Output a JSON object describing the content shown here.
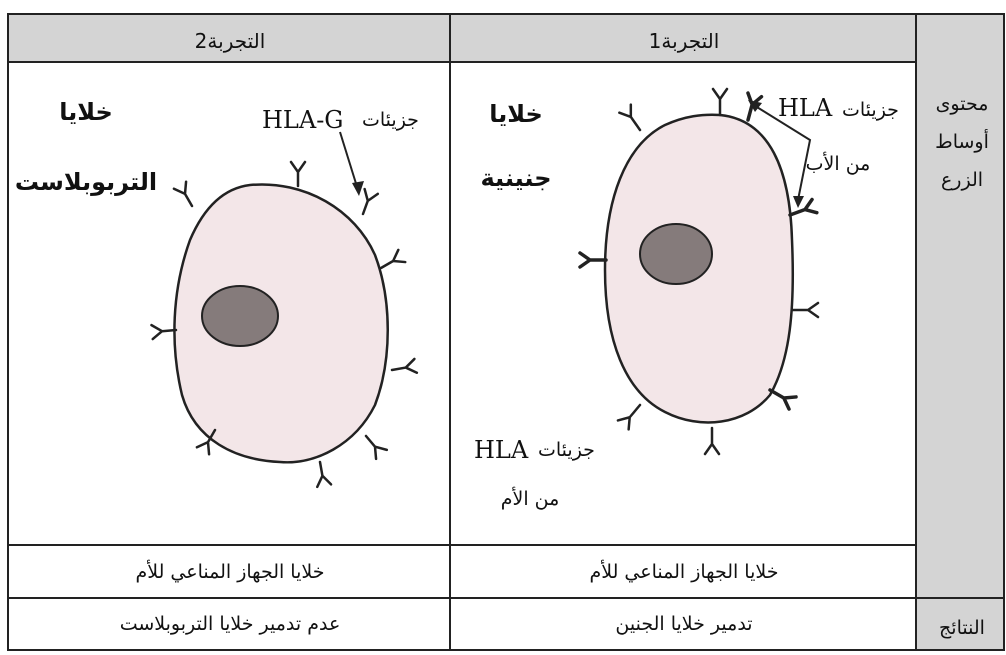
{
  "header": {
    "exp2": "التجربة2",
    "exp1": "التجربة1"
  },
  "side": {
    "content_line1": "محتوى",
    "content_line2": "أوساط",
    "content_line3": "الزرع",
    "results": "النتائج"
  },
  "exp2": {
    "cell_label_line1": "خلايا",
    "cell_label_line2": "التربوبلاست",
    "molecule_prefix": "جزيئات",
    "molecule_name": "HLA-G",
    "immune_row": "خلايا الجهاز المناعي للأم",
    "result": "عدم تدمير خلايا التربوبلاست"
  },
  "exp1": {
    "cell_label_line1": "خلايا",
    "cell_label_line2": "جنينية",
    "father_prefix": "جزيئات",
    "father_name": "HLA",
    "father_from": "من الأب",
    "mother_prefix": "جزيئات",
    "mother_name": "HLA",
    "mother_from": "من الأم",
    "immune_row": "خلايا الجهاز المناعي للأم",
    "result": "تدمير خلايا الجنين"
  },
  "colors": {
    "header_bg": "#d4d4d4",
    "side_bg": "#d4d4d4",
    "cell_fill": "#f3e6e8",
    "nucleus_fill": "#857b7b",
    "line": "#222222"
  }
}
